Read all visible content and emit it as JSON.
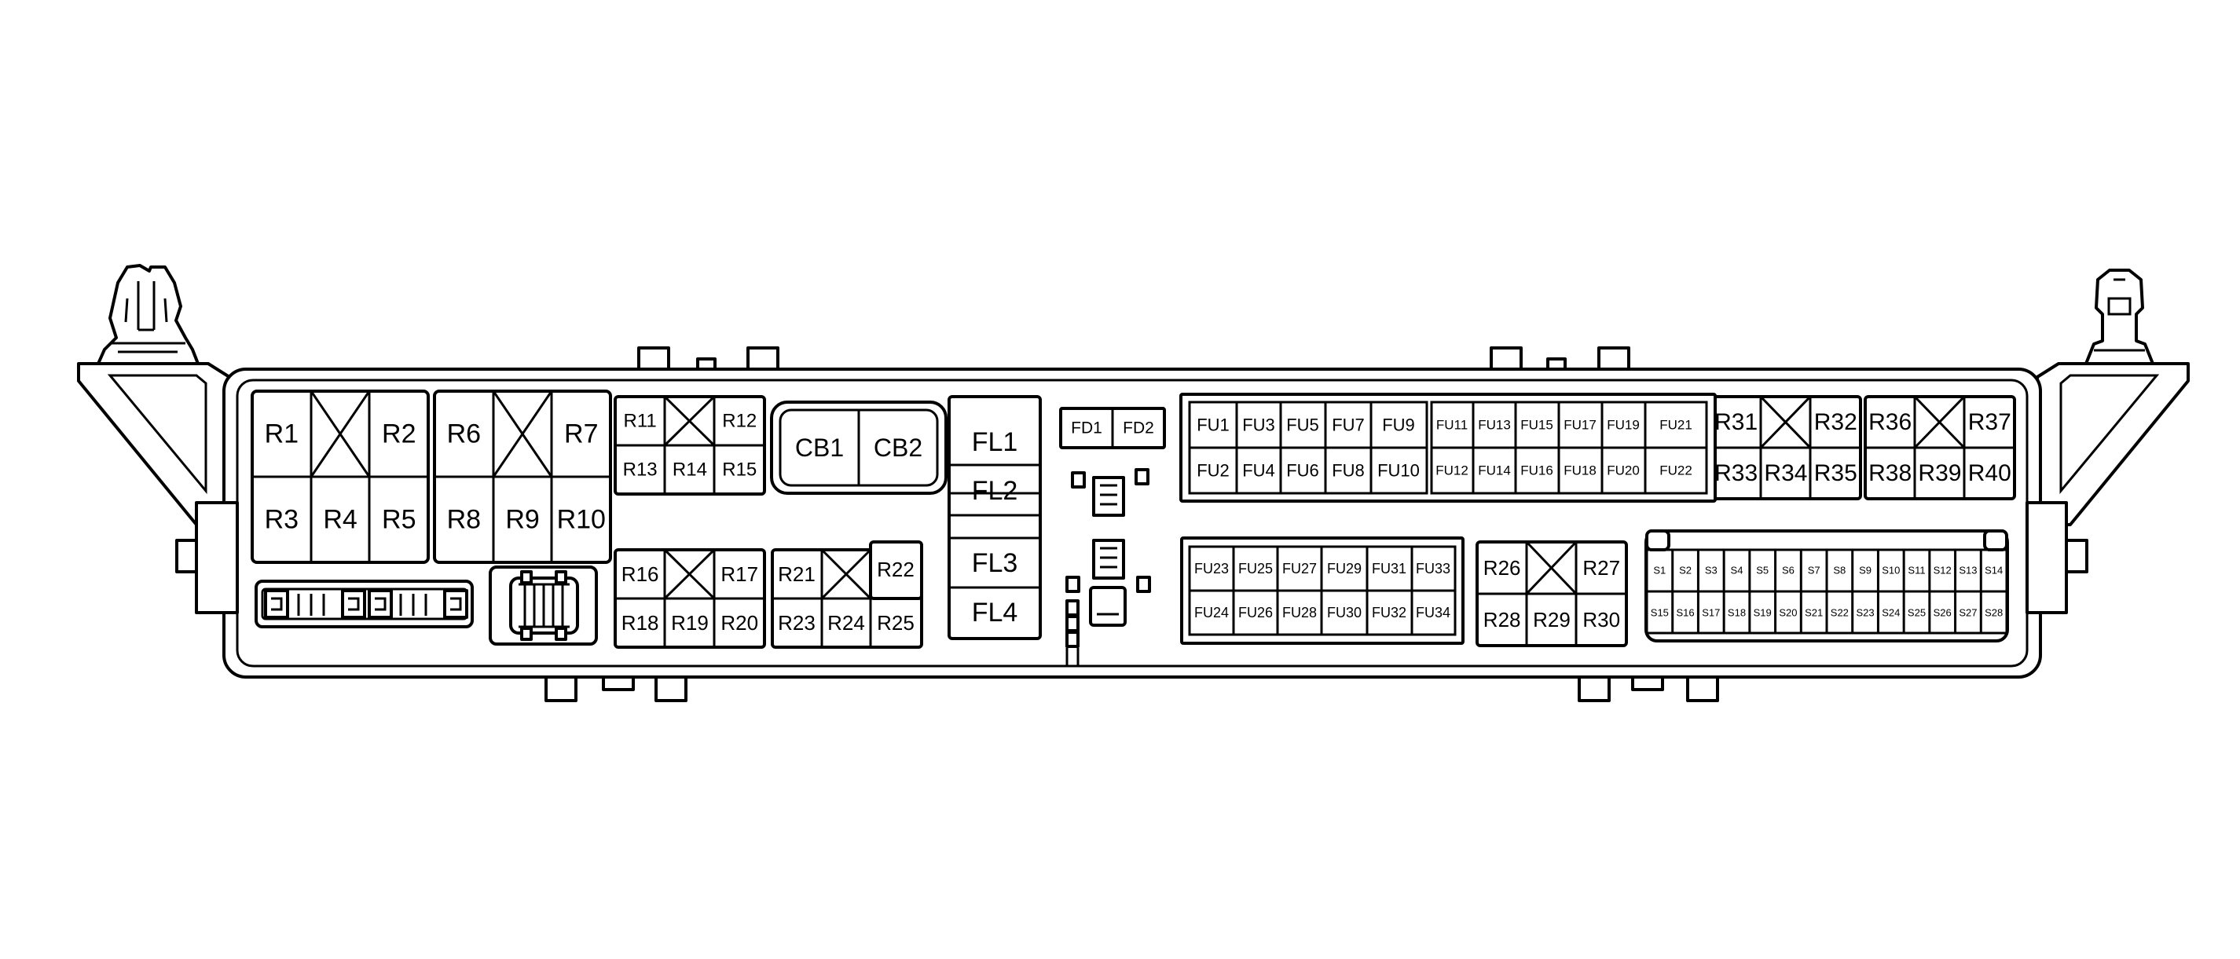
{
  "relays_large_left": [
    "R1",
    "R2",
    "R3",
    "R4",
    "R5"
  ],
  "relays_large_right": [
    "R6",
    "R7",
    "R8",
    "R9",
    "R10"
  ],
  "relays_group_a": [
    "R11",
    "R12",
    "R13",
    "R14",
    "R15"
  ],
  "relays_group_b": [
    "R16",
    "R17",
    "R18",
    "R19",
    "R20"
  ],
  "relays_group_c": [
    "R21",
    "R22",
    "R23",
    "R24",
    "R25"
  ],
  "relays_group_d": [
    "R26",
    "R27",
    "R28",
    "R29",
    "R30"
  ],
  "relays_group_e": [
    "R31",
    "R32",
    "R33",
    "R34",
    "R35"
  ],
  "relays_group_f": [
    "R36",
    "R37",
    "R38",
    "R39",
    "R40"
  ],
  "circuit_breakers": [
    "CB1",
    "CB2"
  ],
  "fusible_links": [
    "FL1",
    "FL2",
    "FL3",
    "FL4"
  ],
  "fuse_diodes": [
    "FD1",
    "FD2"
  ],
  "fuses_block_1": [
    "FU1",
    "FU3",
    "FU5",
    "FU7",
    "FU9",
    "FU2",
    "FU4",
    "FU6",
    "FU8",
    "FU10"
  ],
  "fuses_block_2": [
    "FU11",
    "FU13",
    "FU15",
    "FU17",
    "FU19",
    "FU21",
    "FU12",
    "FU14",
    "FU16",
    "FU18",
    "FU20",
    "FU22"
  ],
  "fuses_block_3": [
    "FU23",
    "FU25",
    "FU27",
    "FU29",
    "FU31",
    "FU33",
    "FU24",
    "FU26",
    "FU28",
    "FU30",
    "FU32",
    "FU34"
  ],
  "splices": [
    "S1",
    "S2",
    "S3",
    "S4",
    "S5",
    "S6",
    "S7",
    "S8",
    "S9",
    "S10",
    "S11",
    "S12",
    "S13",
    "S14",
    "S15",
    "S16",
    "S17",
    "S18",
    "S19",
    "S20",
    "S21",
    "S22",
    "S23",
    "S24",
    "S25",
    "S26",
    "S27",
    "S28"
  ]
}
